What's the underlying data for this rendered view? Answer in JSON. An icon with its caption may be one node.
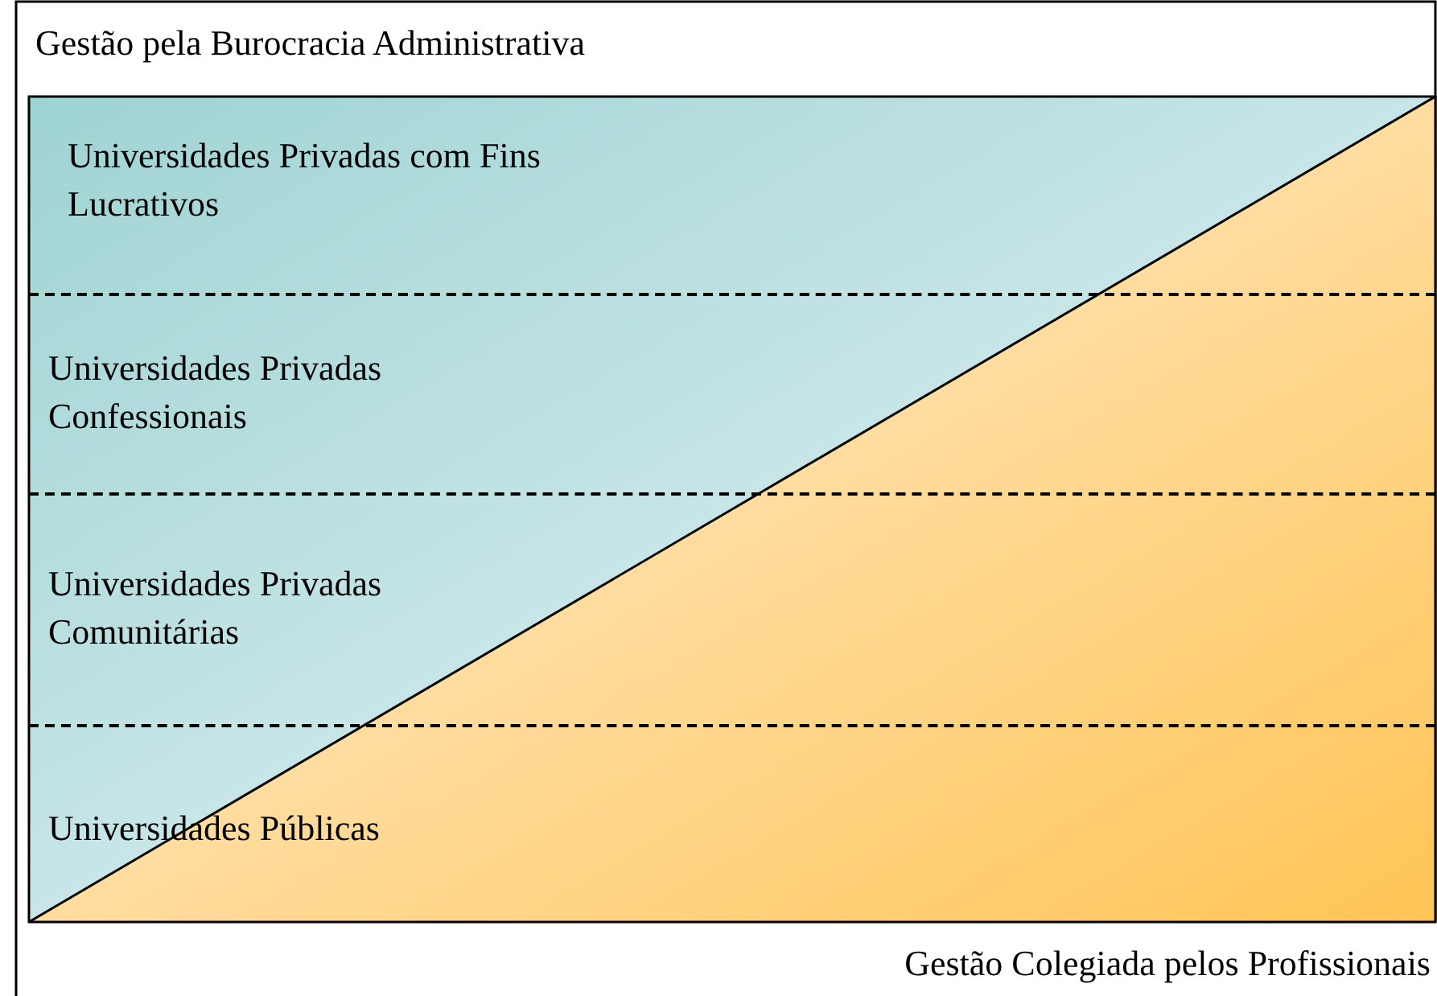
{
  "diagram": {
    "nodes": [
      {
        "text": [
          "Universidades Privadas com Fins Lucrativos"
        ]
      },
      {
        "text": [
          "Universidades Privadas Confessionais"
        ]
      },
      {
        "text": [
          "Universidades Privadas Comunitárias"
        ]
      },
      {
        "text": [
          "Universidades Públicas"
        ]
      }
    ],
    "edges": [],
    "labels": [
      "Gestão pela Burocracia Administrativa",
      "Gestão Colegiada pelos Profissionais"
    ]
  }
}
